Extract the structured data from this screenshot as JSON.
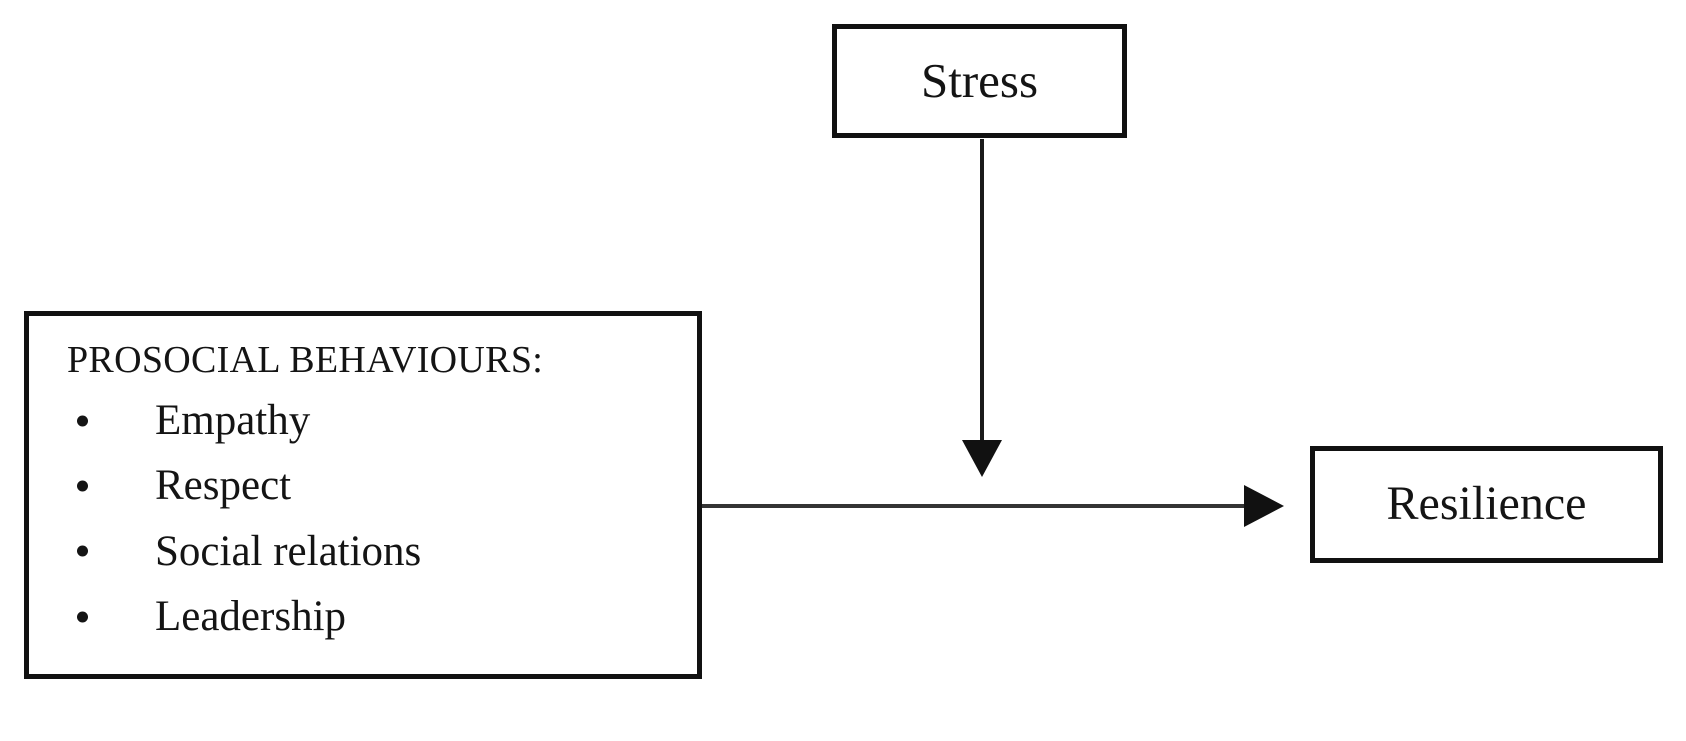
{
  "diagram": {
    "title": "Prosocial behaviours, stress and resilience conceptual model",
    "background_color": "#ffffff",
    "line_color": "#1a1a1a",
    "text_color": "#141414",
    "nodes": {
      "stress": {
        "label": "Stress"
      },
      "resilience": {
        "label": "Resilience"
      },
      "prosocial": {
        "title": "PROSOCIAL BEHAVIOURS:",
        "items": [
          {
            "label": "Empathy"
          },
          {
            "label": "Respect"
          },
          {
            "label": "Social relations"
          },
          {
            "label": "Leadership"
          }
        ]
      }
    },
    "connectors": [
      {
        "name": "stress-to-resilience-path",
        "from": "stress",
        "to": "prosocial-resilience-path",
        "direction": "down",
        "label": ""
      },
      {
        "name": "prosocial-to-resilience",
        "from": "prosocial",
        "to": "resilience",
        "direction": "right",
        "label": ""
      }
    ]
  }
}
